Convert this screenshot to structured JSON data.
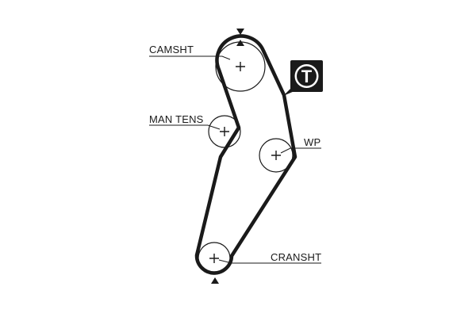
{
  "diagram": {
    "labels": {
      "camshaft": "CAMSHT",
      "manual_tensioner": "MAN TENS",
      "water_pump": "WP",
      "crankshaft": "CRANSHT",
      "tensioner_badge": "T"
    },
    "colors": {
      "belt": "#1a1a1a",
      "pulley_outline": "#1a1a1a",
      "leader_line": "#1a1a1a",
      "badge_fill": "#1a1a1a",
      "badge_text": "#ffffff",
      "background": "#ffffff"
    }
  }
}
